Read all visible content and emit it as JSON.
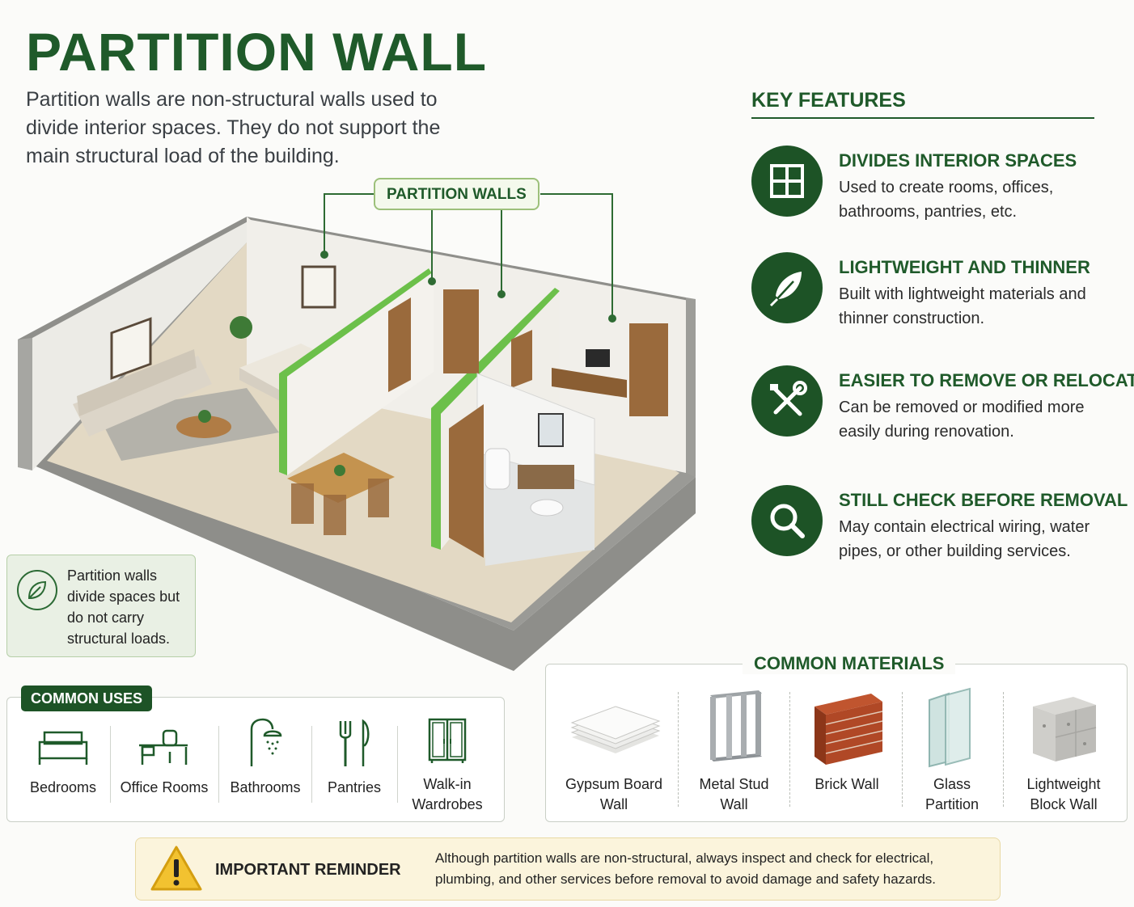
{
  "header": {
    "title": "PARTITION WALL",
    "intro": "Partition walls are non-structural walls used to divide interior spaces. They do not support the main structural load of the building."
  },
  "illustration": {
    "tag": "PARTITION WALLS",
    "accent_color": "#6cc04a"
  },
  "note": {
    "icon": "leaf-icon",
    "text": "Partition walls divide spaces but do not carry structural loads."
  },
  "key_features": {
    "title": "KEY FEATURES",
    "items": [
      {
        "icon": "floor-plan-icon",
        "heading": "DIVIDES INTERIOR SPACES",
        "body": "Used to create rooms, offices, bathrooms, pantries, etc."
      },
      {
        "icon": "feather-icon",
        "heading": "LIGHTWEIGHT AND THINNER",
        "body": "Built with lightweight materials and thinner construction."
      },
      {
        "icon": "tools-icon",
        "heading": "EASIER TO REMOVE OR RELOCATE",
        "body": "Can be removed or modified more easily during renovation."
      },
      {
        "icon": "magnifier-icon",
        "heading": "STILL CHECK BEFORE REMOVAL",
        "body": "May contain electrical wiring, water pipes, or other building services."
      }
    ]
  },
  "common_uses": {
    "title": "COMMON USES",
    "items": [
      {
        "icon": "bed-icon",
        "label": "Bedrooms"
      },
      {
        "icon": "office-desk-icon",
        "label": "Office Rooms"
      },
      {
        "icon": "shower-icon",
        "label": "Bathrooms"
      },
      {
        "icon": "fork-knife-icon",
        "label": "Pantries"
      },
      {
        "icon": "wardrobe-icon",
        "label": "Walk-in Wardrobes"
      }
    ]
  },
  "common_materials": {
    "title": "COMMON MATERIALS",
    "items": [
      {
        "icon": "gypsum-board-icon",
        "label": "Gypsum Board Wall"
      },
      {
        "icon": "metal-stud-icon",
        "label": "Metal Stud Wall"
      },
      {
        "icon": "brick-icon",
        "label": "Brick Wall"
      },
      {
        "icon": "glass-pane-icon",
        "label": "Glass Partition"
      },
      {
        "icon": "concrete-block-icon",
        "label": "Lightweight Block Wall"
      }
    ]
  },
  "reminder": {
    "icon": "warning-icon",
    "title": "IMPORTANT REMINDER",
    "text": "Although partition walls are non-structural, always inspect and check for electrical, plumbing, and other services before removal to avoid damage and safety hazards."
  },
  "colors": {
    "brand_green": "#1f5a2a",
    "partition_green": "#6cc04a",
    "reminder_bg": "#fbf4dc"
  }
}
